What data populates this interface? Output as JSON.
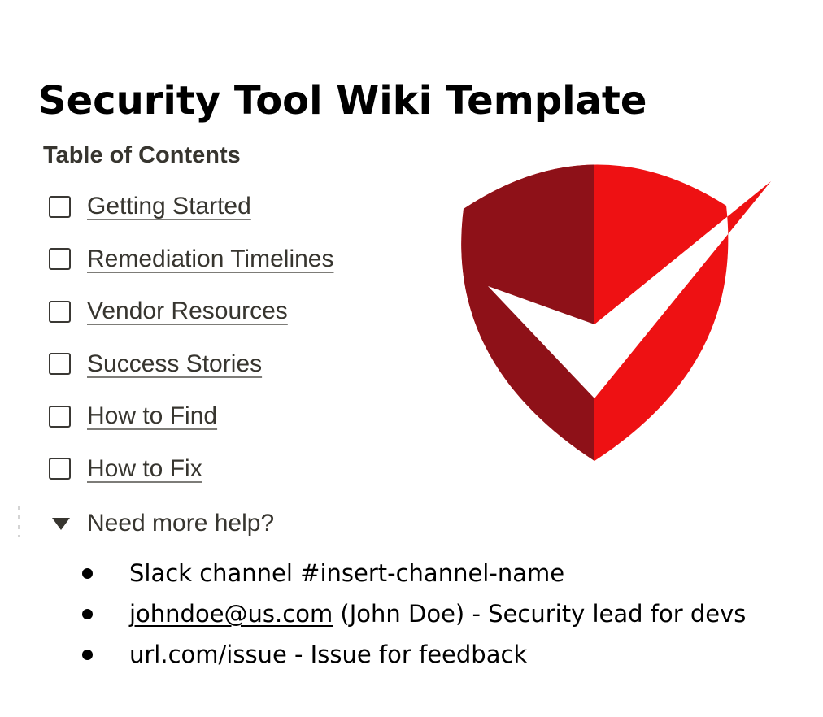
{
  "page": {
    "title": "Security Tool Wiki Template",
    "background": "#FFFFFF"
  },
  "toc": {
    "heading": "Table of Contents",
    "items": [
      {
        "label": "Getting Started",
        "checked": false
      },
      {
        "label": "Remediation Timelines",
        "checked": false
      },
      {
        "label": "Vendor Resources",
        "checked": false
      },
      {
        "label": "Success Stories",
        "checked": false
      },
      {
        "label": "How to Find",
        "checked": false
      },
      {
        "label": "How to Fix",
        "checked": false
      }
    ],
    "toggle": {
      "label": "Need more help?",
      "state": "expanded"
    }
  },
  "help": {
    "bullets": [
      {
        "segments": [
          {
            "text": "Slack channel #insert-channel-name",
            "style": "plain"
          }
        ]
      },
      {
        "segments": [
          {
            "text": "johndoe@us.com",
            "style": "link"
          },
          {
            "text": " (John Doe) - Security lead for devs",
            "style": "plain"
          }
        ]
      },
      {
        "segments": [
          {
            "text": "url.com/issue - Issue for feedback",
            "style": "plain"
          }
        ]
      }
    ]
  },
  "logo": {
    "alt": "red-shield-with-checkmark",
    "colors": {
      "dark_red": "#8E1118",
      "bright_red": "#EE1113",
      "check_white": "#FFFFFF"
    }
  },
  "colors": {
    "text_primary": "#000000",
    "toc_text": "#37352F",
    "underline": "#5E5B54"
  }
}
